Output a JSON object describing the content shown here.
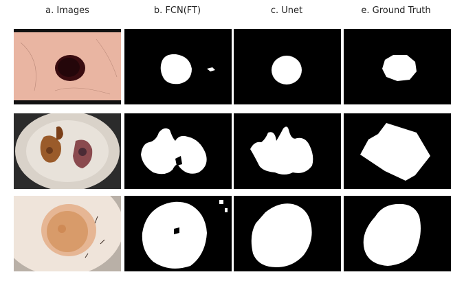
{
  "headers": [
    "a. Images",
    "b. FCN(FT)",
    "c. Unet",
    "e. Ground Truth"
  ],
  "rows": [
    {
      "image": "skin-lesion-photo-1",
      "masks": [
        "fcn-mask-1",
        "unet-mask-1",
        "ground-truth-mask-1"
      ]
    },
    {
      "image": "skin-lesion-photo-2",
      "masks": [
        "fcn-mask-2",
        "unet-mask-2",
        "ground-truth-mask-2"
      ]
    },
    {
      "image": "skin-lesion-photo-3",
      "masks": [
        "fcn-mask-3",
        "unet-mask-3",
        "ground-truth-mask-3"
      ]
    }
  ]
}
